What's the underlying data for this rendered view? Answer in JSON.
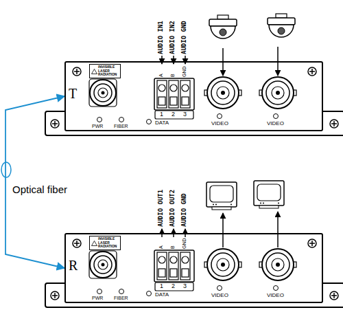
{
  "diagram": {
    "nodes": [
      {
        "text": [
          "T"
        ]
      },
      {
        "text": [
          "INVISIBLE LASER RADIATION"
        ],
        "in": 0
      },
      {
        "text": [
          "R"
        ]
      },
      {
        "text": [
          "INVISIBLE LASER RADIATION"
        ],
        "in": 2
      }
    ],
    "edges": [
      {
        "from": 0,
        "to": 2,
        "arrow": "both",
        "label": "Optical fiber"
      }
    ],
    "labels": [
      "AUDIO IN1",
      "AUDIO IN2",
      "AUDIO GND",
      "A",
      "B",
      "GND",
      "1",
      "2",
      "3",
      "PWR",
      "FIBER",
      "DATA",
      "VIDEO",
      "VIDEO",
      "AUDIO OUT1",
      "AUDIO OUT2",
      "AUDIO GND",
      "A",
      "B",
      "GND",
      "1",
      "2",
      "3",
      "PWR",
      "FIBER",
      "DATA",
      "VIDEO",
      "VIDEO"
    ]
  }
}
